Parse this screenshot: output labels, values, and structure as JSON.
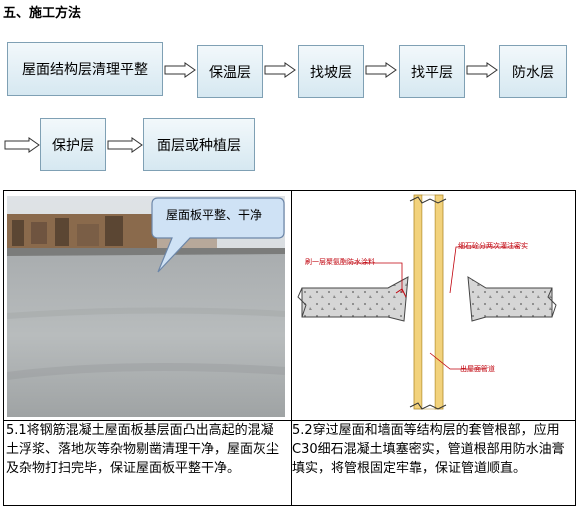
{
  "section_title": "五、施工方法",
  "flow_row1": [
    "屋面结构层清理平整",
    "保温层",
    "找坡层",
    "找平层",
    "防水层"
  ],
  "flow_row2": [
    "保护层",
    "面层或种植层"
  ],
  "photo_callout": "屋面板平整、干净",
  "diagram_labels": {
    "left": "刷一层聚氨酯防水涂料",
    "right": "细石砼分两次灌注密实",
    "bottom": "出屋面管道"
  },
  "para_left": "5.1将钢筋混凝土屋面板基层面凸出高起的混凝土浮浆、落地灰等杂物剔凿清理干净，屋面灰尘及杂物打扫完毕，保证屋面板平整干净。",
  "para_right": "5.2穿过屋面和墙面等结构层的套管根部，应用C30细石混凝土填塞密实，管道根部用防水油膏填实，将管根固定牢靠，保证管道顺直。",
  "colors": {
    "box_border": "#7fa0b4",
    "label_red": "#c0000b",
    "pipe": "#e8c36a"
  }
}
